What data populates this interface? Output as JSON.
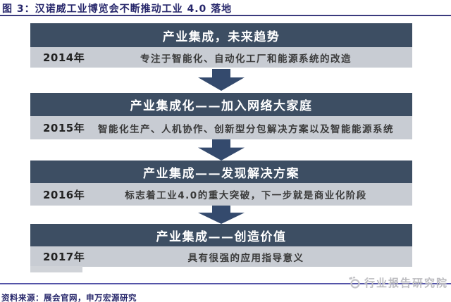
{
  "figure": {
    "title": "图 3：汉诺威工业博览会不断推动工业 4.0 落地",
    "source": "资料来源：展会官网，申万宏源研究",
    "watermark": "行业报告研究院"
  },
  "colors": {
    "header_bar": "#3d4e63",
    "row_bar": "#c8ccd3",
    "arrow": "#344a6d",
    "title_text": "#27276b",
    "rule_line": "#3a3a7e",
    "bottom_rule": "#5454a8",
    "watermark_gray": "#bcbcc0"
  },
  "timeline": [
    {
      "year": "2014年",
      "header": "产业集成，未来趋势",
      "desc": "专注于智能化、自动化工厂和能源系统的改造"
    },
    {
      "year": "2015年",
      "header": "产业集成化——加入网络大家庭",
      "desc": "智能化生产、人机协作、创新型分包解决方案以及智能能源系统"
    },
    {
      "year": "2016年",
      "header": "产业集成——发现解决方案",
      "desc": "标志着工业4.0的重大突破，下一步就是商业化阶段"
    },
    {
      "year": "2017年",
      "header": "产业集成——创造价值",
      "desc": "具有很强的应用指导意义"
    }
  ]
}
